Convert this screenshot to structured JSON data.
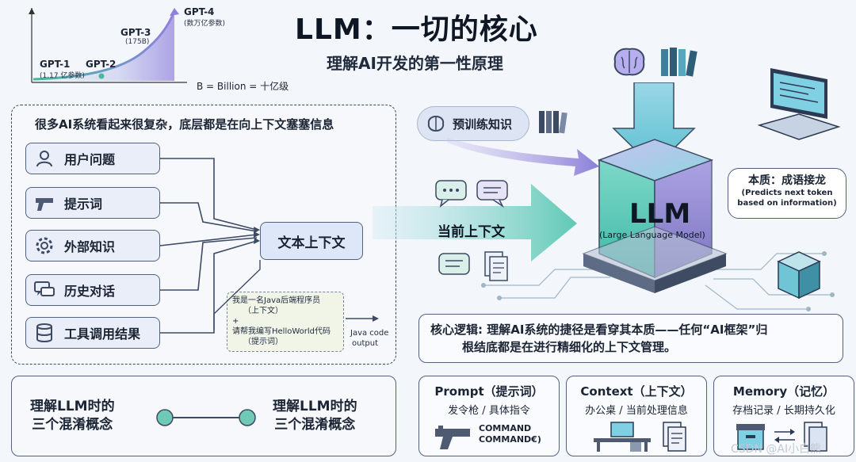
{
  "header": {
    "title": "LLM：一切的核心",
    "subtitle": "理解AI开发的第一性原理"
  },
  "growth": {
    "models": [
      {
        "name": "GPT-1",
        "note": "(1.17 亿参数)"
      },
      {
        "name": "GPT-2",
        "note": ""
      },
      {
        "name": "GPT-3",
        "note": "(175B)"
      },
      {
        "name": "GPT-4",
        "note": "(数万亿参数)"
      }
    ],
    "unit_note": "B = Billion = 十亿级"
  },
  "context_panel": {
    "heading": "很多AI系统看起来很复杂，底层都是在向上下文塞塞信息",
    "sources": [
      {
        "label": "用户问题",
        "icon": "user-icon"
      },
      {
        "label": "提示词",
        "icon": "pistol-icon"
      },
      {
        "label": "外部知识",
        "icon": "gear-icon"
      },
      {
        "label": "历史对话",
        "icon": "chat-icon"
      },
      {
        "label": "工具调用结果",
        "icon": "database-icon"
      }
    ],
    "target": "文本上下文",
    "example": {
      "line1": "我是一名Java后端程序员",
      "line2": "（上下文）",
      "plus": "+",
      "line3": "请帮我编写HelloWorld代码",
      "line4": "（提示词）"
    },
    "output_line1": "Java code",
    "output_line2": "output"
  },
  "llm": {
    "pretrain_label": "预训练知识",
    "context_label": "当前上下文",
    "name": "LLM",
    "full_name": "(Large Language Model)",
    "essence_title": "本质：成语接龙",
    "essence_line1": "(Predicts next token",
    "essence_line2": "based on information)"
  },
  "core_logic": {
    "line1": "核心逻辑: 理解AI系统的捷径是看穿其本质——任何“AI框架”归",
    "line2": "根结底都是在进行精细化的上下文管理。"
  },
  "confusion": {
    "left_line1": "理解LLM时的",
    "left_line2": "三个混淆概念",
    "right_line1": "理解LLM时的",
    "right_line2": "三个混淆概念"
  },
  "concepts": [
    {
      "title": "Prompt（提示词）",
      "desc": "发令枪 / 具体指令"
    },
    {
      "title": "Context（上下文）",
      "desc": "办公桌 / 当前处理信息"
    },
    {
      "title": "Memory（记忆）",
      "desc": "存档记录 / 长期持久化"
    }
  ],
  "command": {
    "line1": "COMMAND",
    "line2": "COMMAND€)"
  },
  "watermark": "CSDN @AI小白熊",
  "colors": {
    "accent": "#3fb8a6",
    "purple": "#8a7fd8",
    "dark": "#0f1724"
  }
}
